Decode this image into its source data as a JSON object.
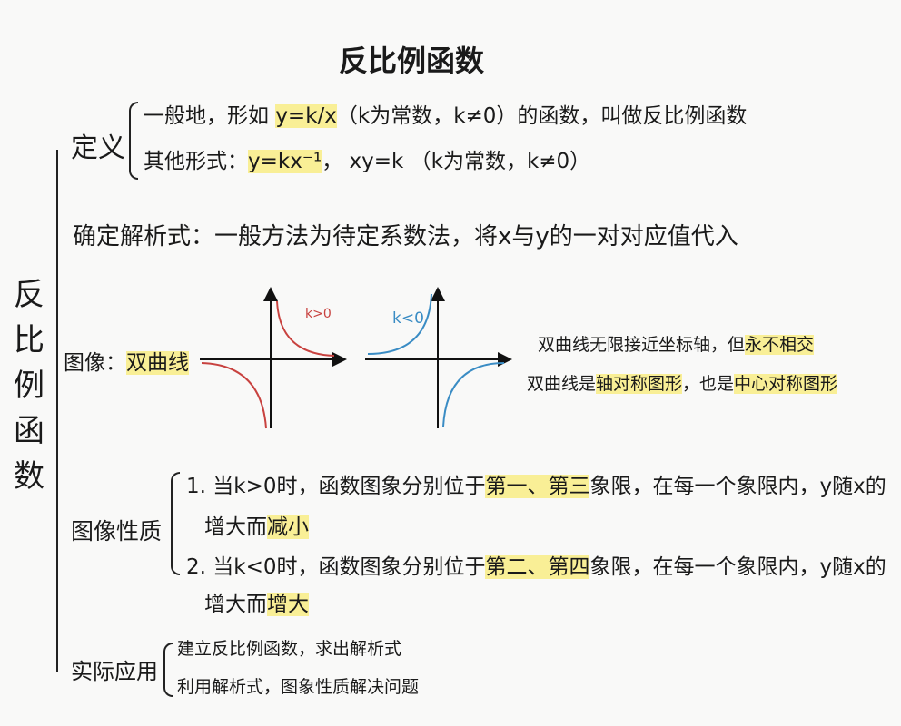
{
  "title": "反比例函数",
  "side_label": "反比例函数",
  "definition": {
    "label": "定义",
    "line1": {
      "pre": "一般地，形如 ",
      "formula": "y=k/x",
      "post": "（k为常数，k≠0）的函数，叫做反比例函数"
    },
    "line2": {
      "pre": "其他形式：",
      "formula": "y=kx⁻¹",
      "post": "， xy=k （k为常数，k≠0）"
    }
  },
  "analytic": "确定解析式：一般方法为待定系数法，将x与y的一对对应值代入",
  "graph": {
    "label": "图像：",
    "label_hl": "双曲线",
    "k_pos": "k>0",
    "k_neg": "k<0",
    "colors": {
      "k_pos": "#c8423f",
      "k_neg": "#3a8cc4",
      "highlight": "#f9ef96"
    },
    "note1": {
      "pre": "双曲线无限接近坐标轴，但",
      "hl": "永不相交"
    },
    "note2": {
      "pre": "双曲线是",
      "hl1": "轴对称图形",
      "mid": "，也是",
      "hl2": "中心对称图形"
    }
  },
  "properties": {
    "label": "图像性质",
    "p1": {
      "a": "1. 当k>0时，函数图象分别位于",
      "hl": "第一、第三",
      "b": "象限，在每一个象限内，y随x的",
      "c": "增大而",
      "hl2": "减小"
    },
    "p2": {
      "a": "2. 当k<0时，函数图象分别位于",
      "hl": "第二、第四",
      "b": "象限，在每一个象限内，y随x的",
      "c": "增大而",
      "hl2": "增大"
    }
  },
  "application": {
    "label": "实际应用",
    "items": [
      "建立反比例函数，求出解析式",
      "利用解析式，图象性质解决问题"
    ]
  }
}
